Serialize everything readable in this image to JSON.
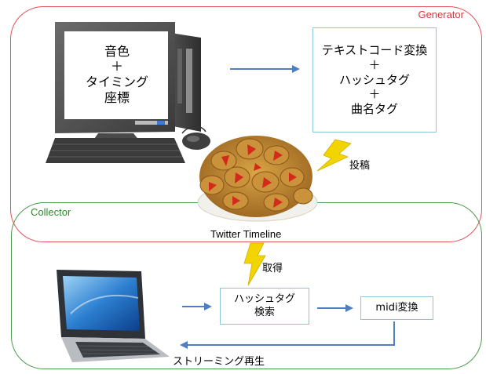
{
  "regions": {
    "generator": "Generator",
    "collector": "Collector"
  },
  "desktop_screen": {
    "lines": [
      "音色",
      "＋",
      "タイミング",
      "座標"
    ]
  },
  "encode_box": {
    "lines": [
      "テキストコード変換",
      "＋",
      "ハッシュタグ",
      "＋",
      "曲名タグ"
    ]
  },
  "labels": {
    "post": "投稿",
    "timeline": "Twitter Timeline",
    "get": "取得",
    "streaming": "ストリーミング再生"
  },
  "search_box": {
    "lines": [
      "ハッシュタグ",
      "検索"
    ]
  },
  "midi_box": {
    "label": "midi変換"
  },
  "colors": {
    "generator_border": "#e2525a",
    "collector_border": "#4c9a4c",
    "box_border": "#8cc6d9",
    "arrow": "#4f7fc0",
    "lightning": "#f2d400"
  }
}
